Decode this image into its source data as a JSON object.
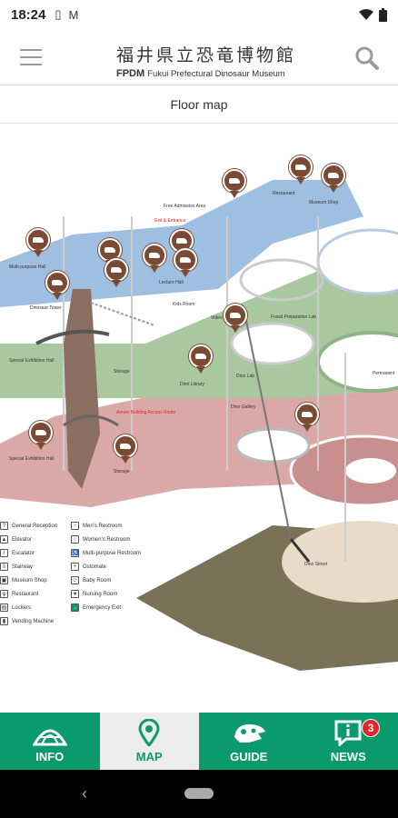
{
  "status_bar": {
    "time": "18:24",
    "icons": [
      "sim-icon",
      "gmail-icon",
      "wifi-icon",
      "battery-icon"
    ]
  },
  "header": {
    "title_jp": "福井県立恐竜博物館",
    "title_abbr": "FPDM",
    "title_en": "Fukui Prefectural Dinosaur Museum"
  },
  "subheader": {
    "title": "Floor map"
  },
  "map": {
    "labels": [
      "Free Admission Area",
      "Exit & Entrance",
      "Restaurant",
      "Museum Shop",
      "Multi-purpose Hall",
      "Lecture Hall",
      "Kids Room",
      "Dinosaur Tower",
      "Video",
      "Fossil Preparation Lab",
      "Special Exhibition Hall",
      "Storage",
      "Dino Library",
      "Dino Lab",
      "Annex Building Access Route",
      "Permanent",
      "Dino Gallery",
      "Dino Street"
    ],
    "legend": [
      "General Reception",
      "Elevator",
      "Escalator",
      "Stairway",
      "Museum Shop",
      "Restaurant",
      "Lockers",
      "Vending Machine",
      "Men's Restroom",
      "Women's Restroom",
      "Multi-purpose Restroom",
      "Ostomate",
      "Baby Room",
      "Nursing Room",
      "Emergency Exit"
    ]
  },
  "bottom_nav": {
    "tabs": [
      {
        "label": "INFO",
        "icon": "museum-dome-icon",
        "active": false
      },
      {
        "label": "MAP",
        "icon": "map-pin-icon",
        "active": true
      },
      {
        "label": "GUIDE",
        "icon": "dinosaur-skull-icon",
        "active": false
      },
      {
        "label": "NEWS",
        "icon": "info-bubble-icon",
        "active": false,
        "badge": "3"
      }
    ]
  },
  "colors": {
    "brand_green": "#0a9a6b",
    "pin_brown": "#7a4a35",
    "floor_blue": "#9fbfe0",
    "floor_green": "#a9c8a0",
    "floor_pink": "#dba8a8",
    "floor_olive": "#7a7256"
  }
}
